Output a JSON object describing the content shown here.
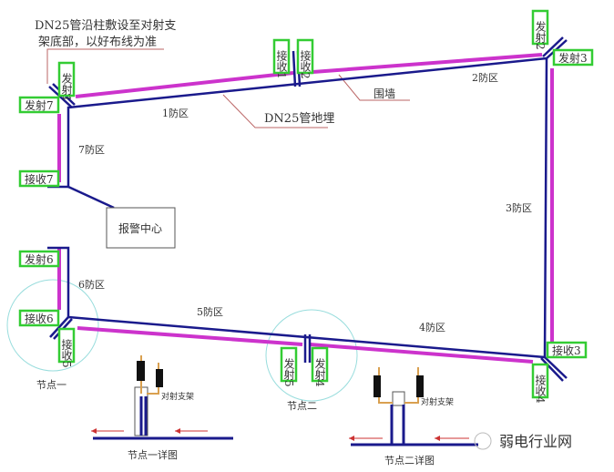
{
  "annotations": {
    "note_line1": "DN25管沿柱敷设至对射支",
    "note_line2": "架底部，以好布线为准",
    "pipe": "DN25管地埋",
    "wall": "围墙",
    "alarm_center": "报警中心",
    "bracket": "对射支架"
  },
  "zones": [
    "1防区",
    "2防区",
    "3防区",
    "4防区",
    "5防区",
    "6防区",
    "7防区"
  ],
  "devices": {
    "tx1": "发射1",
    "tx7": "发射7",
    "rx7": "接收7",
    "rx1": "接收1",
    "rx2": "接收2",
    "tx2": "发射2",
    "tx3": "发射3",
    "rx3": "接收3",
    "rx4": "接收4",
    "tx5": "发射5",
    "tx4": "发射4",
    "tx6": "发射6",
    "rx6": "接收6",
    "rx5": "接收5"
  },
  "nodes": {
    "node1": "节点一",
    "node2": "节点二",
    "detail1": "节点一详图",
    "detail2": "节点二详图"
  },
  "watermark": "弱电行业网",
  "colors": {
    "pipe": "#1a1a8c",
    "wall": "#cc33cc",
    "device_border": "#33cc33",
    "circle": "#7fd4d4"
  }
}
